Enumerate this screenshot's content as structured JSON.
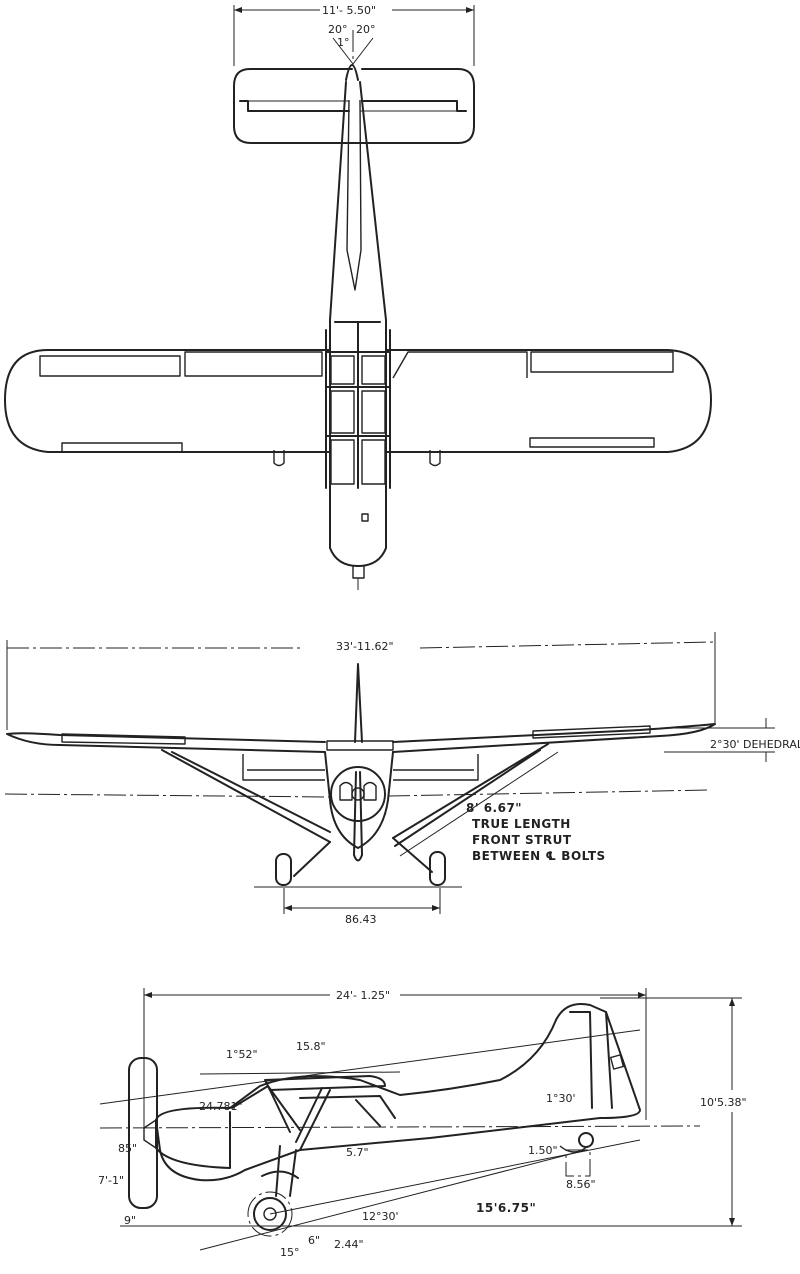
{
  "top_view": {
    "stabilizer_span": "11'- 5.50\"",
    "rudder_angle_left": "20°",
    "rudder_angle_right": "20°",
    "rudder_offset": "1°"
  },
  "front_view": {
    "wing_span": "33'-11.62\"",
    "dihedral": "2°30' DEHEDRAL",
    "strut_length": "8' 6.67\"",
    "strut_note_1": "TRUE LENGTH",
    "strut_note_2": "FRONT STRUT",
    "strut_note_3": "BETWEEN ℄ BOLTS",
    "tread": "86.43"
  },
  "side_view": {
    "length": "24'- 1.25\"",
    "height": "10'5.38\"",
    "windshield_angle": "1°52\"",
    "cabin_dim": "15.8\"",
    "wing_chord_offset": "24.781\"",
    "prop_dia": "85\"",
    "engine_dim": "7'-1\"",
    "gear_dim": "5.7\"",
    "stab_incidence": "1°30'",
    "tailwheel_dim": "1.50\"",
    "tailwheel_dim2": "8.56\"",
    "wheelbase": "15'6.75\"",
    "ground_angle": "12°30'",
    "prop_clearance": "9\"",
    "axle_dim": "6\"",
    "axle_dim2": "2.44\"",
    "gear_angle": "15°"
  }
}
